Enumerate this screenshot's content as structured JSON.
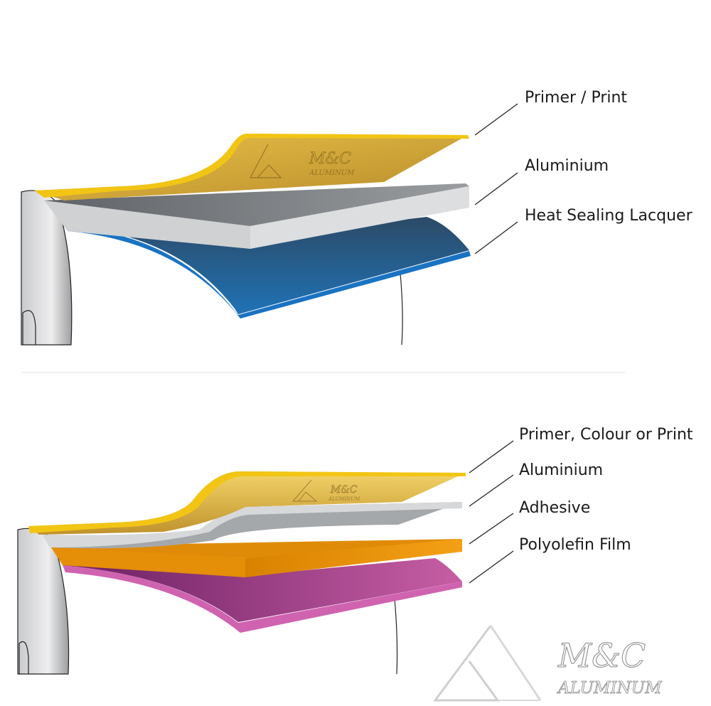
{
  "diagrams": [
    {
      "layers": [
        {
          "label": "Primer / Print",
          "color": "#f2c515"
        },
        {
          "label": "Aluminium",
          "color": "#d4d6d8"
        },
        {
          "label": "Heat Sealing Lacquer",
          "color": "#1f6fb3"
        }
      ]
    },
    {
      "layers": [
        {
          "label": "Primer, Colour or Print",
          "color": "#f2c515"
        },
        {
          "label": "Aluminium",
          "color": "#d4d6d8"
        },
        {
          "label": "Adhesive",
          "color": "#f39c12"
        },
        {
          "label": "Polyolefin Film",
          "color": "#c2579e"
        }
      ]
    }
  ],
  "logo": {
    "name": "M&C",
    "sub": "ALUMINUM"
  }
}
